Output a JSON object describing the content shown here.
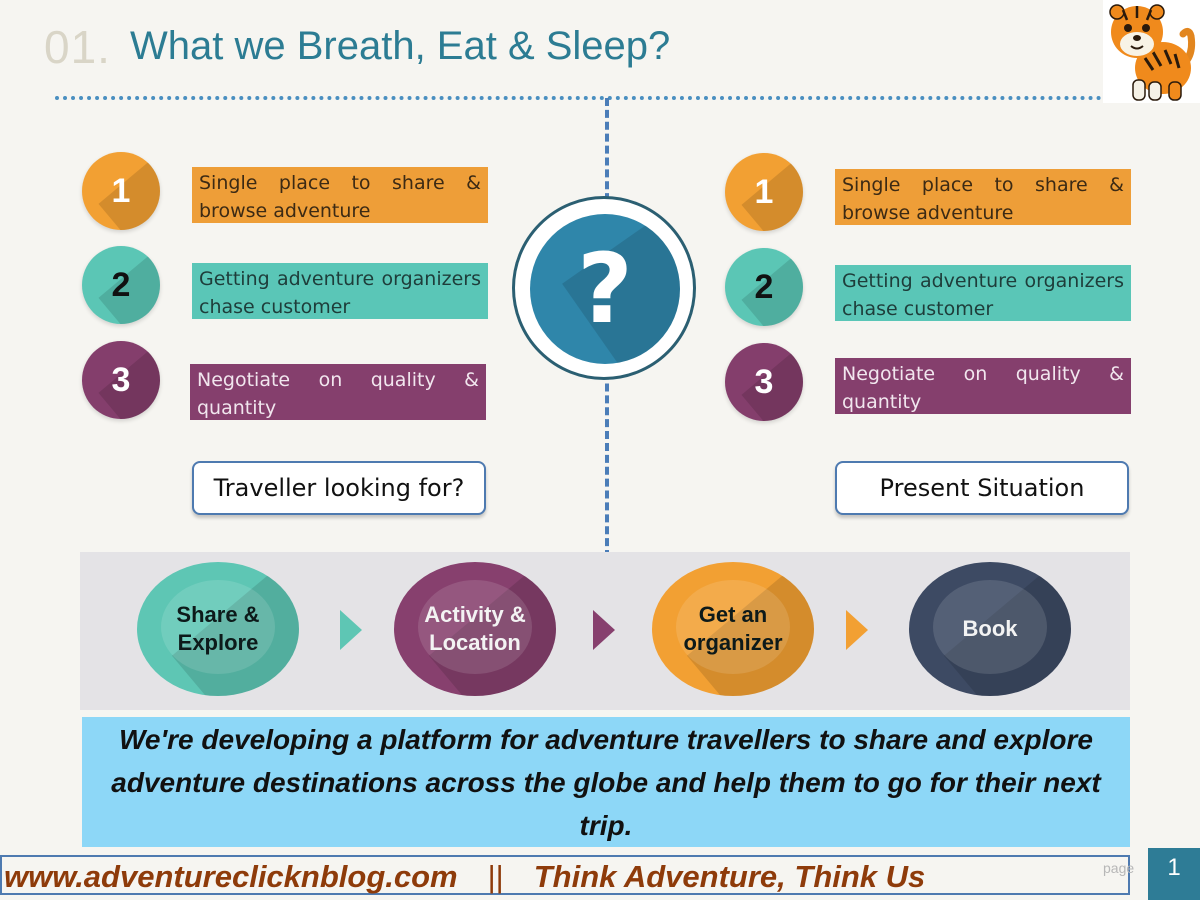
{
  "header": {
    "number": "01.",
    "title": "What we Breath, Eat & Sleep?"
  },
  "left_column": {
    "items": [
      {
        "number": "1",
        "text": "Single place to share & browse adventure"
      },
      {
        "number": "2",
        "text": "Getting adventure organizers chase customer"
      },
      {
        "number": "3",
        "text": "Negotiate on quality & quantity"
      }
    ],
    "label": "Traveller looking for?"
  },
  "right_column": {
    "items": [
      {
        "number": "1",
        "text": "Single place to share & browse adventure"
      },
      {
        "number": "2",
        "text": "Getting adventure organizers chase customer"
      },
      {
        "number": "3",
        "text": "Negotiate on quality & quantity"
      }
    ],
    "label": "Present Situation"
  },
  "center_symbol": "?",
  "process": {
    "steps": [
      {
        "label": "Share & Explore"
      },
      {
        "label": "Activity & Location"
      },
      {
        "label": "Get an organizer"
      },
      {
        "label": "Book"
      }
    ]
  },
  "mission": "We're developing a platform for adventure travellers to share and explore adventure destinations across the globe and help them to go for their next trip.",
  "footer": {
    "website": "www.adventureclicknblog.com",
    "separator": "||",
    "tagline": "Think Adventure, Think Us",
    "page_word": "page",
    "page_number": "1"
  },
  "colors": {
    "orange": "#f2a033",
    "teal": "#5ec6b4",
    "purple": "#87406e",
    "navy": "#3d4a63",
    "title_blue": "#2c7c93",
    "mission_bg": "#8dd7f7"
  },
  "icons": {
    "logo": "tiger-mascot",
    "center": "question-mark-icon"
  }
}
